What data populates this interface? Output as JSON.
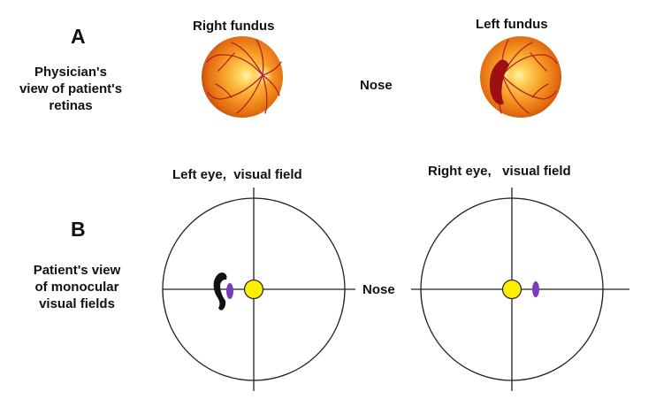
{
  "section_a": {
    "letter": "A",
    "caption": [
      "Physician's",
      "view of patient's",
      "retinas"
    ],
    "right_fundus_title": "Right fundus",
    "left_fundus_title": "Left fundus",
    "center_label": "Nose"
  },
  "section_b": {
    "letter": "B",
    "caption": [
      "Patient's view",
      "of monocular",
      "visual fields"
    ],
    "left_field_title": "Left eye,  visual field",
    "right_field_title": "Right eye,   visual field",
    "center_label": "Nose"
  },
  "colors": {
    "fovea_yellow": "#ffee00",
    "blind_spot_purple": "#7a3cb8",
    "scotoma_black": "#111111",
    "retina_orange": "#f28a1e",
    "vessel_red": "#b8231f",
    "hemorrhage_red": "#9c1010"
  }
}
